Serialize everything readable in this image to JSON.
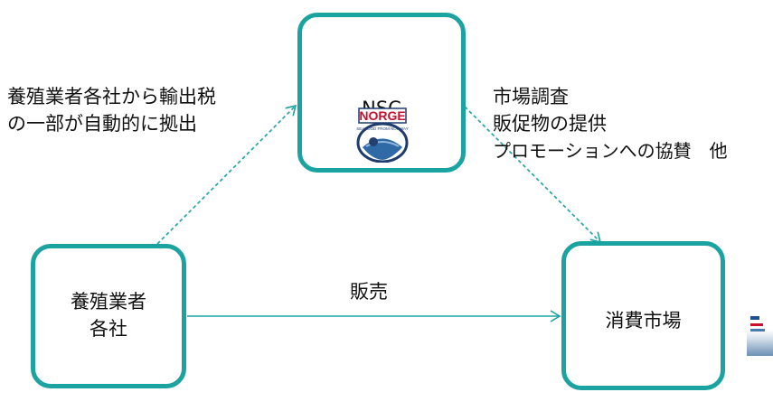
{
  "diagram": {
    "nsc": {
      "label": "NSC"
    },
    "logo": {
      "text": "NORGE",
      "subtext": "SEAFOOD FROM NORWAY"
    },
    "farmers": {
      "line1": "養殖業者",
      "line2": "各社"
    },
    "market": {
      "label": "消費市場"
    },
    "levy": {
      "line1": "養殖業者各社から輸出税",
      "line2": "の一部が自動的に拠出"
    },
    "sale": {
      "label": "販売"
    },
    "services": {
      "line1": "市場調査",
      "line2": "販促物の提供",
      "line3": "プロモーションへの協賛　他"
    }
  },
  "colors": {
    "accent": "#1aa3a0",
    "logo_navy": "#1f3c6e",
    "logo_red": "#c8102e"
  }
}
